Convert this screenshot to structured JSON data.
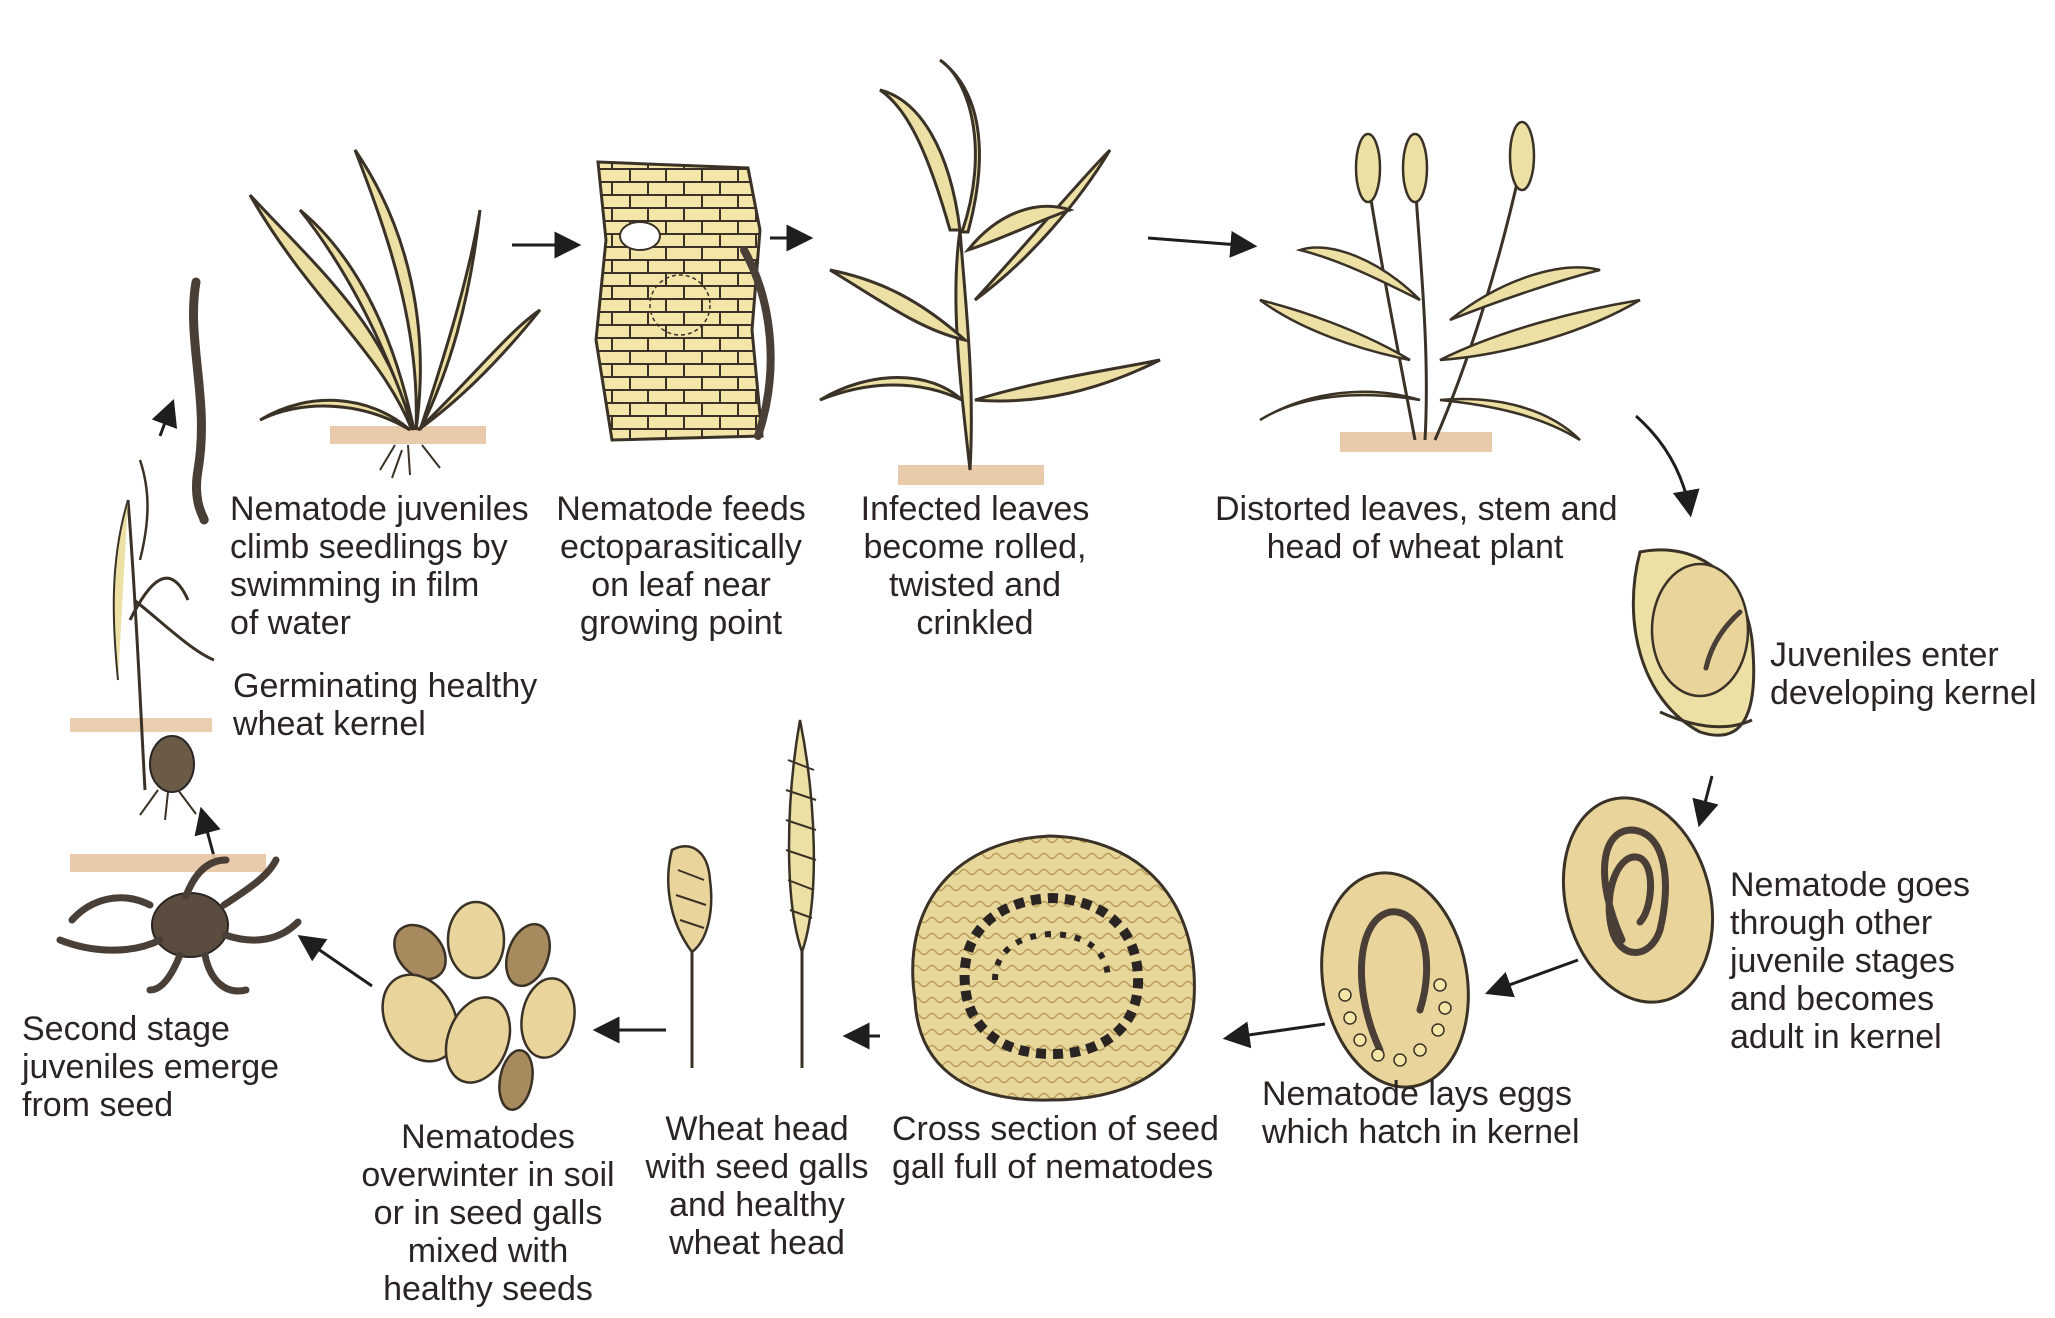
{
  "colors": {
    "plant_fill": "#ece0a4",
    "plant_outline": "#3a3226",
    "soil": "#e7c4a2",
    "seed_fill": "#e9d59b",
    "cell_fill": "#f3e6a8",
    "gall_fill": "#e8d79a",
    "nematode": "#4a3f36",
    "arrow": "#1e1e1e",
    "text": "#2a2522"
  },
  "stages": {
    "germinating": {
      "lines": [
        "Germinating healthy",
        "wheat kernel"
      ],
      "icon": "germinating-kernel-icon"
    },
    "climb": {
      "lines": [
        "Nematode juveniles",
        "climb seedlings by",
        "swimming in film",
        "of water"
      ],
      "icon": "seedling-icon"
    },
    "feeds": {
      "lines": [
        "Nematode feeds",
        "ectoparasitically",
        "on leaf near",
        "growing point"
      ],
      "icon": "leaf-tissue-icon"
    },
    "infected": {
      "lines": [
        "Infected leaves",
        "become rolled,",
        "twisted and",
        "crinkled"
      ],
      "icon": "twisted-plant-icon"
    },
    "distorted": {
      "lines": [
        "Distorted leaves, stem and",
        "head of wheat plant"
      ],
      "icon": "wheat-plant-icon"
    },
    "enter": {
      "lines": [
        "Juveniles enter",
        "developing kernel"
      ],
      "icon": "kernel-icon"
    },
    "adult": {
      "lines": [
        "Nematode goes",
        "through other",
        "juvenile stages",
        "and becomes",
        "adult in kernel"
      ],
      "icon": "kernel-adult-icon"
    },
    "eggs": {
      "lines": [
        "Nematode lays eggs",
        "which hatch in kernel"
      ],
      "icon": "kernel-eggs-icon"
    },
    "cross": {
      "lines": [
        "Cross section of seed",
        "gall full of nematodes"
      ],
      "icon": "seed-gall-section-icon"
    },
    "heads": {
      "lines": [
        "Wheat head",
        "with seed galls",
        "and healthy",
        "wheat head"
      ],
      "icon": "wheat-heads-icon"
    },
    "overwinter": {
      "lines": [
        "Nematodes",
        "overwinter in soil",
        "or in seed galls",
        "mixed with",
        "healthy seeds"
      ],
      "icon": "seed-galls-icon"
    },
    "emerge": {
      "lines": [
        "Second stage",
        "juveniles emerge",
        "from seed"
      ],
      "icon": "emerging-juveniles-icon"
    }
  }
}
